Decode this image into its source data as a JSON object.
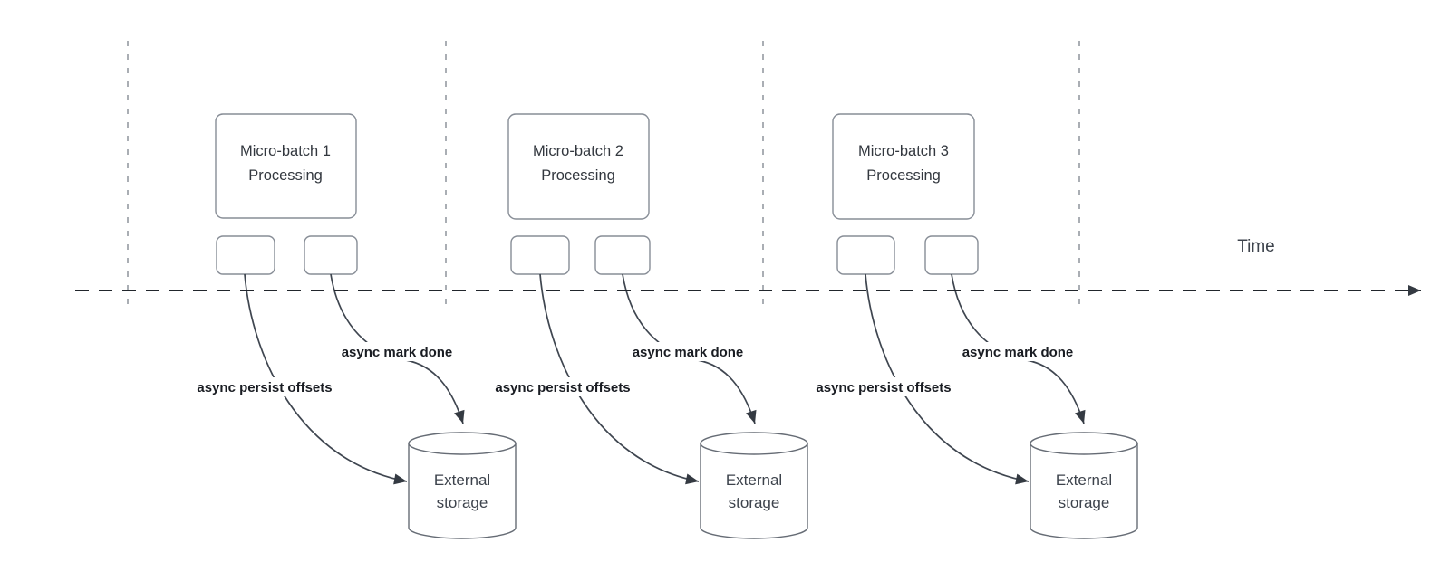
{
  "diagram": {
    "time_axis_label": "Time",
    "groups": [
      {
        "title_line1": "Micro-batch 1",
        "title_line2": "Processing",
        "persist_label": "async persist offsets",
        "mark_done_label": "async mark done",
        "storage_line1": "External",
        "storage_line2": "storage"
      },
      {
        "title_line1": "Micro-batch 2",
        "title_line2": "Processing",
        "persist_label": "async persist offsets",
        "mark_done_label": "async mark done",
        "storage_line1": "External",
        "storage_line2": "storage"
      },
      {
        "title_line1": "Micro-batch 3",
        "title_line2": "Processing",
        "persist_label": "async persist offsets",
        "mark_done_label": "async mark done",
        "storage_line1": "External",
        "storage_line2": "storage"
      }
    ],
    "colors": {
      "edge": "#3f4650",
      "box_border": "#878d96",
      "gridline": "#aaaeb4",
      "timeline": "#21262c",
      "title_text": "#33383f",
      "edge_label_text": "#191c22",
      "background": "#ffffff"
    }
  }
}
